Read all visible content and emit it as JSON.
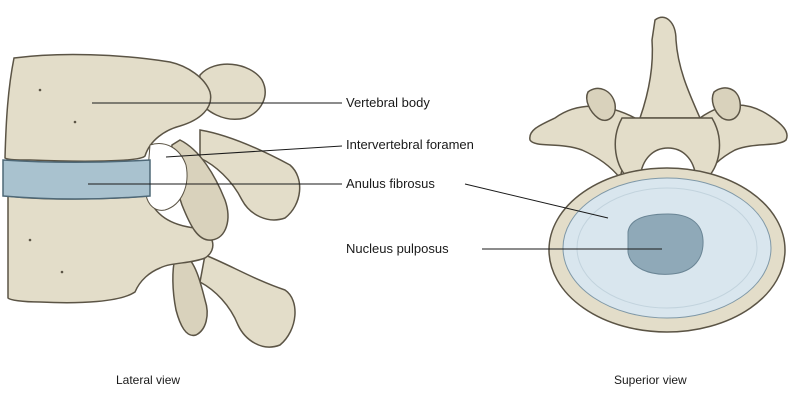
{
  "labels": {
    "vertebral_body": "Vertebral body",
    "intervertebral_foramen": "Intervertebral foramen",
    "anulus_fibrosus": "Anulus fibrosus",
    "nucleus_pulposus": "Nucleus pulposus"
  },
  "captions": {
    "lateral": "Lateral view",
    "superior": "Superior view"
  },
  "colors": {
    "bone_fill": "#e3ddc9",
    "bone_stroke": "#5b5445",
    "disc_fill": "#a9c2cf",
    "anulus_fill": "#d9e6ee",
    "nucleus_fill": "#8fa9b8",
    "leader_line": "#1a1a1a"
  }
}
